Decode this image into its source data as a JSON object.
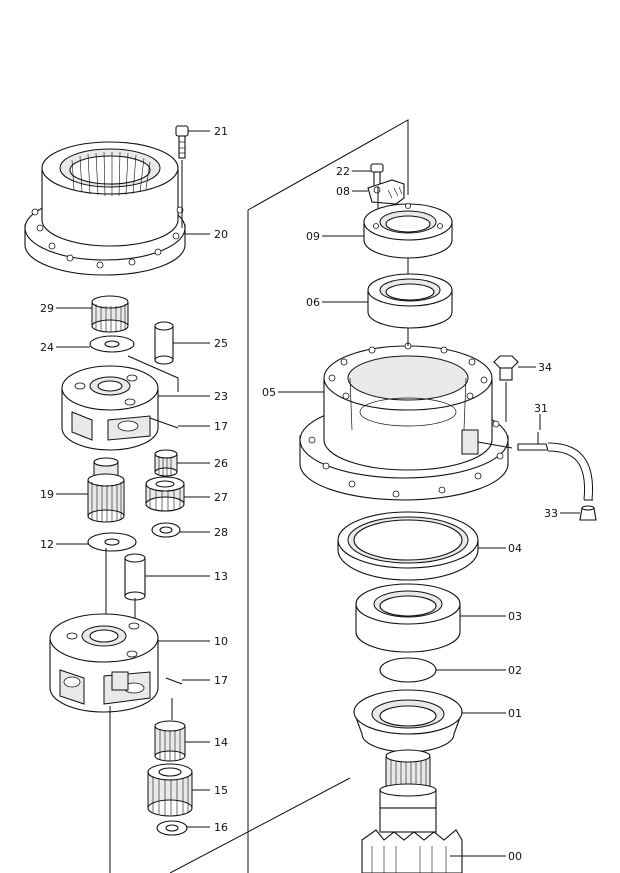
{
  "diagram": {
    "callouts": [
      {
        "id": "p21",
        "label": "21"
      },
      {
        "id": "p20",
        "label": "20"
      },
      {
        "id": "p29",
        "label": "29"
      },
      {
        "id": "p25",
        "label": "25"
      },
      {
        "id": "p24",
        "label": "24"
      },
      {
        "id": "p23",
        "label": "23"
      },
      {
        "id": "p17a",
        "label": "17"
      },
      {
        "id": "p26",
        "label": "26"
      },
      {
        "id": "p19",
        "label": "19"
      },
      {
        "id": "p27",
        "label": "27"
      },
      {
        "id": "p28",
        "label": "28"
      },
      {
        "id": "p12",
        "label": "12"
      },
      {
        "id": "p13",
        "label": "13"
      },
      {
        "id": "p10",
        "label": "10"
      },
      {
        "id": "p17b",
        "label": "17"
      },
      {
        "id": "p14",
        "label": "14"
      },
      {
        "id": "p15",
        "label": "15"
      },
      {
        "id": "p16",
        "label": "16"
      },
      {
        "id": "p22",
        "label": "22"
      },
      {
        "id": "p08",
        "label": "08"
      },
      {
        "id": "p09",
        "label": "09"
      },
      {
        "id": "p06",
        "label": "06"
      },
      {
        "id": "p05",
        "label": "05"
      },
      {
        "id": "p34",
        "label": "34"
      },
      {
        "id": "p31",
        "label": "31"
      },
      {
        "id": "p33",
        "label": "33"
      },
      {
        "id": "p04",
        "label": "04"
      },
      {
        "id": "p03",
        "label": "03"
      },
      {
        "id": "p02",
        "label": "02"
      },
      {
        "id": "p01",
        "label": "01"
      },
      {
        "id": "p00",
        "label": "00"
      }
    ]
  }
}
